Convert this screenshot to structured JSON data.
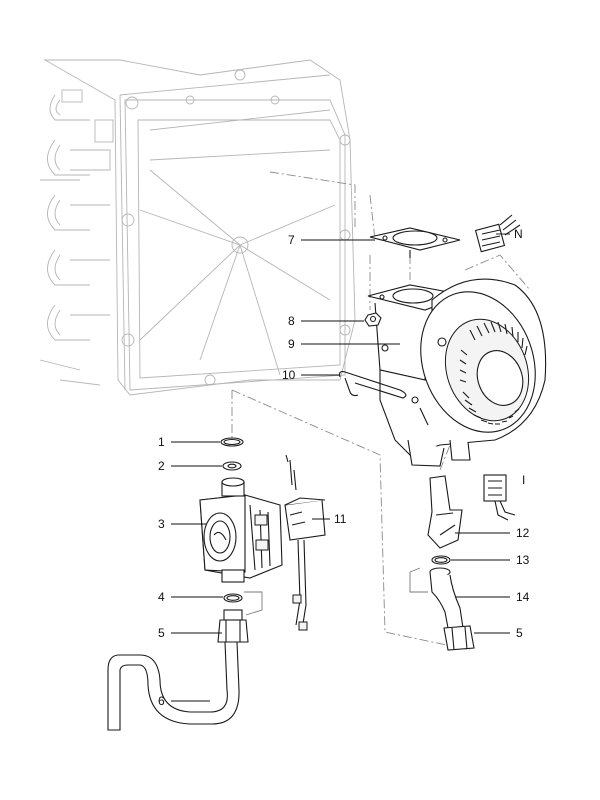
{
  "callouts": {
    "p1": "1",
    "p2": "2",
    "p3": "3",
    "p4": "4",
    "p5a": "5",
    "p5b": "5",
    "p6": "6",
    "p7": "7",
    "p8": "8",
    "p9": "9",
    "p10": "10",
    "p11": "11",
    "p12": "12",
    "p13": "13",
    "p14": "14",
    "pN": "N",
    "pI": "I"
  }
}
